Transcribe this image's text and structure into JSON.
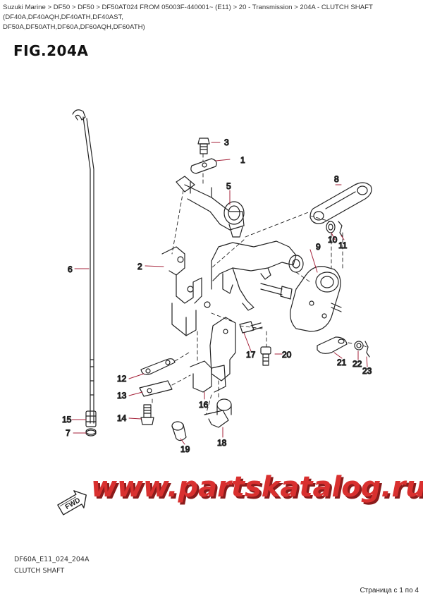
{
  "breadcrumb": {
    "line1": "Suzuki Marine > DF50 > DF50 > DF50AT024 FROM 05003F-440001~ (E11) > 20 - Transmission > 204A - CLUTCH SHAFT (DF40A,DF40AQH,DF40ATH,DF40AST,",
    "line2": "DF50A,DF50ATH,DF60A,DF60AQH,DF60ATH)"
  },
  "figure": {
    "title": "FIG.204A",
    "code": "DF60A_E11_024_204A",
    "subtitle": "CLUTCH SHAFT"
  },
  "callouts": [
    "1",
    "2",
    "3",
    "5",
    "6",
    "7",
    "8",
    "9",
    "10",
    "11",
    "12",
    "13",
    "14",
    "15",
    "16",
    "17",
    "18",
    "19",
    "20",
    "21",
    "22",
    "23"
  ],
  "watermark": "www.partskatalog.ru",
  "fwd_label": "FWD",
  "pager": "Страница с 1 по 4",
  "colors": {
    "callout": "#a5223a",
    "watermark_red": "#d9302f",
    "watermark_shadow": "#8a1b1b"
  }
}
